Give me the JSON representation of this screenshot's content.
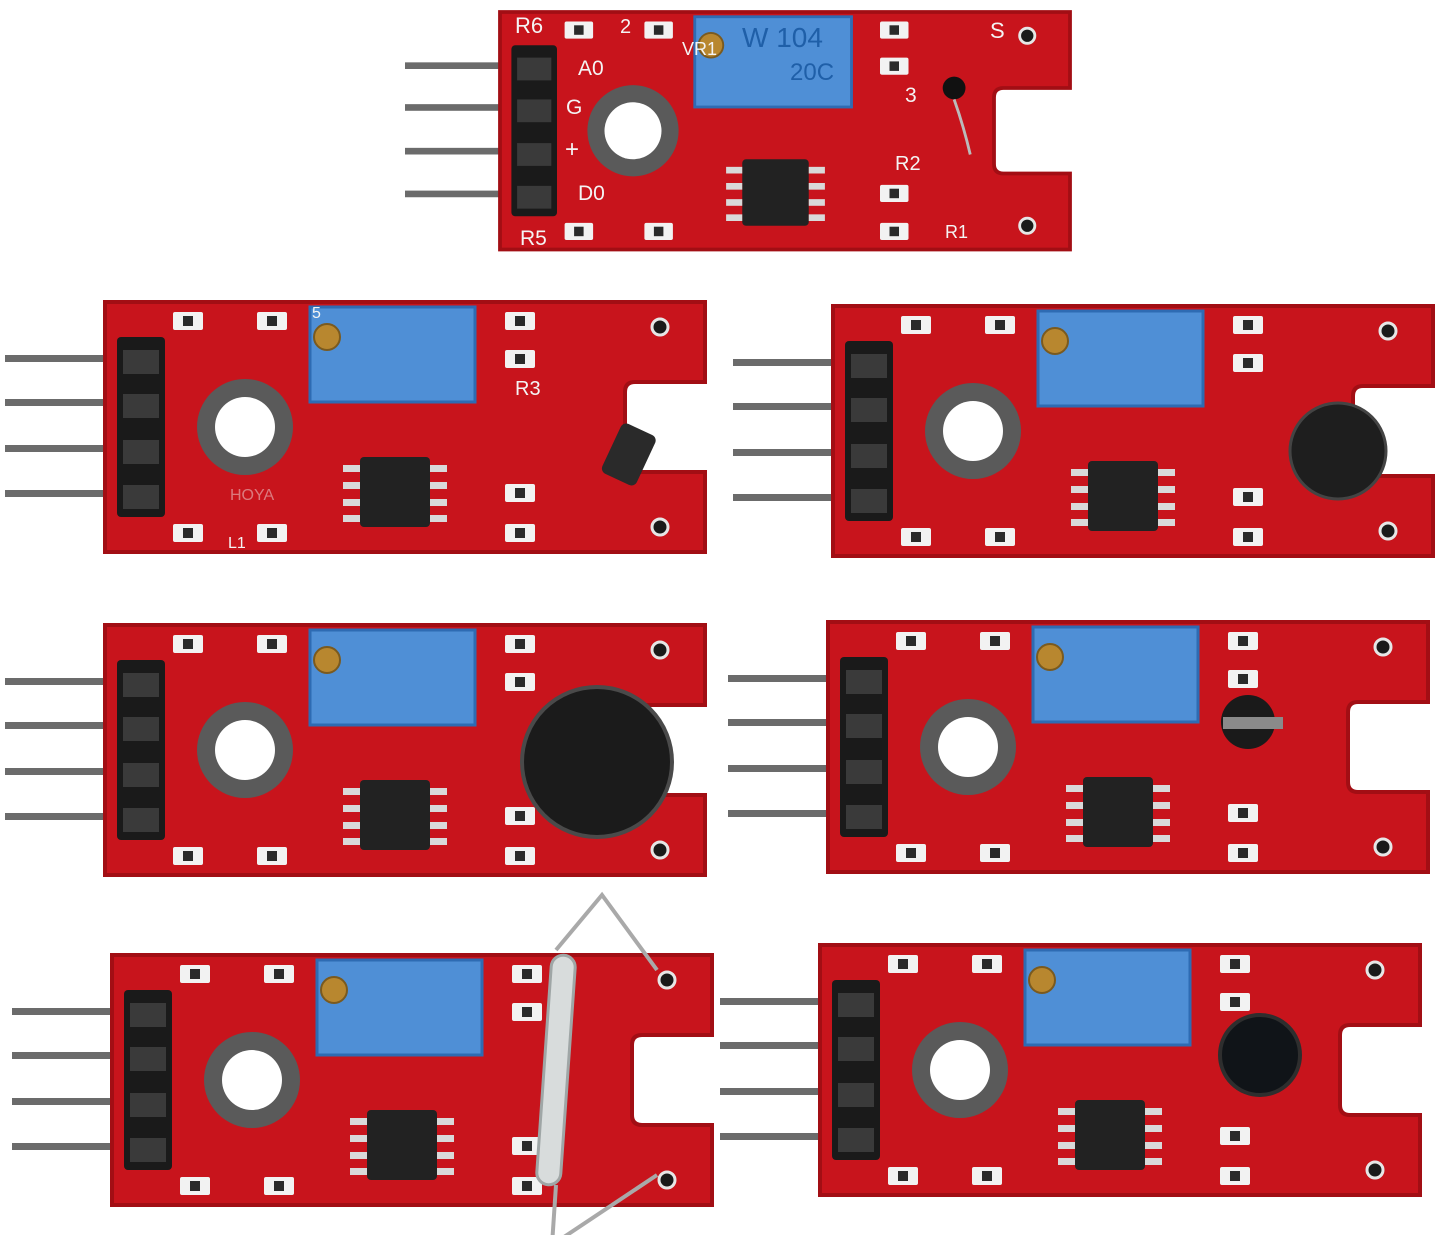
{
  "scene": {
    "background": "#ffffff",
    "subject": "sensor module boards",
    "board_color": "#c8141c",
    "board_edge_color": "#a20e14",
    "potentiometer_color": "#4f8fd6",
    "header_color": "#1a1a1a",
    "pin_color": "#6b6b6b"
  },
  "labels": {
    "r6": "R6",
    "r5": "R5",
    "r3": "R3",
    "r2": "R2",
    "r1": "R1",
    "two": "2",
    "a0": "A0",
    "g": "G",
    "plus": "+",
    "d0": "D0",
    "s": "S",
    "vr1": "VR1",
    "five": "5",
    "three": "3",
    "l1": "L1",
    "hoya": "HOYA"
  },
  "potentiometer": {
    "line1": "W 104",
    "line2": "20C"
  },
  "boards": [
    {
      "id": "digital-temperature-sensor",
      "sensor": "thermistor"
    },
    {
      "id": "hall-sensor",
      "sensor": "hall-effect"
    },
    {
      "id": "small-microphone-sensor",
      "sensor": "small-microphone"
    },
    {
      "id": "big-microphone-sensor",
      "sensor": "big-microphone"
    },
    {
      "id": "touch-sensor",
      "sensor": "metal-touch"
    },
    {
      "id": "reed-switch-sensor",
      "sensor": "reed-switch"
    },
    {
      "id": "flame-sensor",
      "sensor": "flame"
    }
  ]
}
